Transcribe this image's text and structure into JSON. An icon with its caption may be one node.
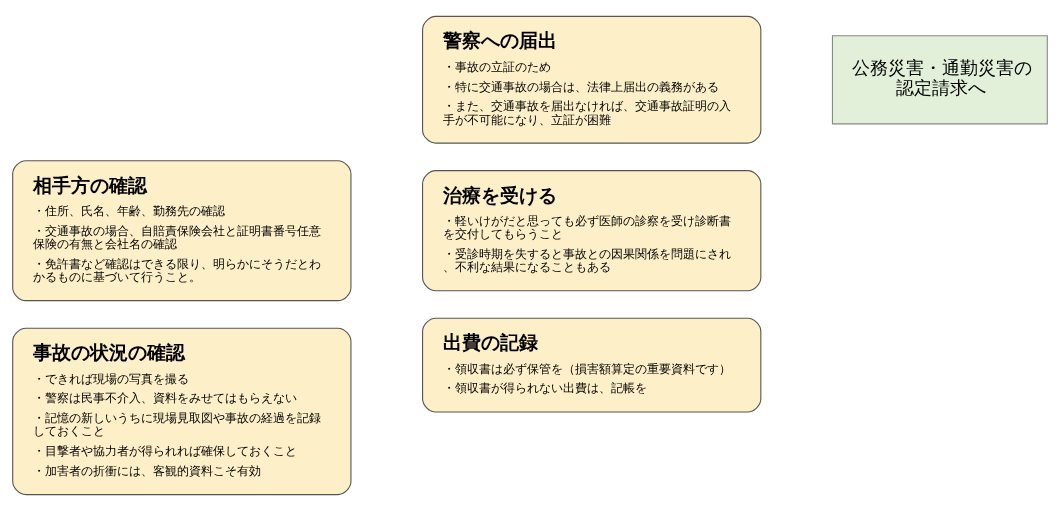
{
  "diagram": {
    "nodes": [
      {
        "text": [
          "相手方の確認",
          "・住所、氏名、年齢、勤務先の確認",
          "・交通事故の場合、自賠責保険会社と証明書番号任意保険の有無と会社名の確認",
          "・免許書など確認はできる限り、明らかにそうだとわかるものに基づいて行うこと。"
        ]
      },
      {
        "text": [
          "事故の状況の確認",
          "・できれば現場の写真を撮る",
          "・警察は民事不介入、資料をみせてはもらえない",
          "・記憶の新しいうちに現場見取図や事故の経過を記録しておくこと",
          "・目撃者や協力者が得られれば確保しておくこと",
          "・加害者の折衝には、客観的資料こそ有効"
        ]
      },
      {
        "text": [
          "警察への届出",
          "・事故の立証のため",
          "・特に交通事故の場合は、法律上届出の義務がある",
          "・また、交通事故を届出なければ、交通事故証明の入手が不可能になり、立証が困難"
        ]
      },
      {
        "text": [
          "治療を受ける",
          "・軽いけがだと思っても必ず医師の診察を受け診断書を交付してもらうこと",
          "・受診時期を失すると事故との因果関係を問題にされ、不利な結果になることもある"
        ]
      },
      {
        "text": [
          "出費の記録",
          "・領収書は必ず保管を（損害額算定の重要資料です）",
          "・領収書が得られない出費は、記帳を"
        ]
      },
      {
        "text": [
          "公務災害・通勤災害の認定請求へ"
        ]
      }
    ]
  }
}
